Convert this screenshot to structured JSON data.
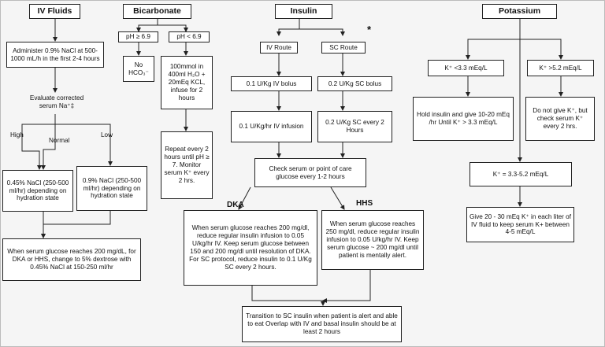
{
  "headers": {
    "iv_fluids": "IV Fluids",
    "bicarbonate": "Bicarbonate",
    "insulin": "Insulin",
    "potassium": "Potassium"
  },
  "iv_fluids": {
    "administer": "Administer 0.9% NaCl at 500-1000 mL/h in the first 2-4 hours",
    "evaluate": "Evaluate corrected serum Na⁺‡",
    "high": "High",
    "normal": "Normal",
    "low": "Low",
    "half_saline": "0.45% NaCl (250-500 ml/hr) depending on hydration state",
    "normal_saline": "0.9% NaCl (250-500 ml/hr) depending on hydration state",
    "glucose": "When serum glucose reaches 200 mg/dL, for DKA or HHS, change to 5% dextrose with 0.45% NaCl at 150-250 ml/hr"
  },
  "bicarbonate": {
    "ph_high": "pH ≥ 6.9",
    "ph_low": "pH < 6.9",
    "no_hco3": "No HCO₃⁻",
    "give": "100mmol in 400ml H₂O + 20mEq KCL, infuse for 2 hours",
    "repeat": "Repeat every 2 hours until pH ≥ 7. Monitor serum K⁺ every 2 hrs."
  },
  "insulin": {
    "asterisk": "*",
    "iv_route": "IV Route",
    "sc_route": "SC Route",
    "iv_bolus": "0.1 U/Kg IV bolus",
    "sc_bolus": "0.2 U/Kg SC bolus",
    "iv_infusion": "0.1 U/Kg/hr IV infusion",
    "sc_every": "0.2 U/Kg SC every 2 Hours",
    "check": "Check serum or point of care glucose every 1-2 hours",
    "dka": "DKA",
    "hhs": "HHS",
    "dka_text": "When serum glucose reaches 200 mg/dl, reduce regular insulin infusion to 0.05 U/kg/hr IV. Keep serum glucose between 150 and 200 mg/dl until resolution of  DKA. For SC protocol, reduce insulin to 0.1 U/Kg SC every 2 hours.",
    "hhs_text": "When serum glucose reaches 250 mg/dl, reduce regular insulin infusion to 0.05 U/kg/hr IV. Keep serum glucose ~ 200 mg/dl until patient is mentally alert.",
    "transition": "Transition to SC insulin when patient is alert and able to eat Overlap with IV and basal insulin should be at least 2 hours"
  },
  "potassium": {
    "low": "K⁺ <3.3 mEq/L",
    "high": "K⁺ >5.2 mEq/L",
    "hold": "Hold insulin and give 10-20 mEq /hr Until K⁺ > 3.3 mEq/L",
    "no_give": "Do not give K⁺, but check serum K⁺ every 2 hrs.",
    "normal": "K⁺ = 3.3-5.2 mEq/L",
    "give": "Give 20 - 30 mEq K⁺ in each liter of IV  fluid to keep serum K+ between 4-5 mEq/L"
  }
}
